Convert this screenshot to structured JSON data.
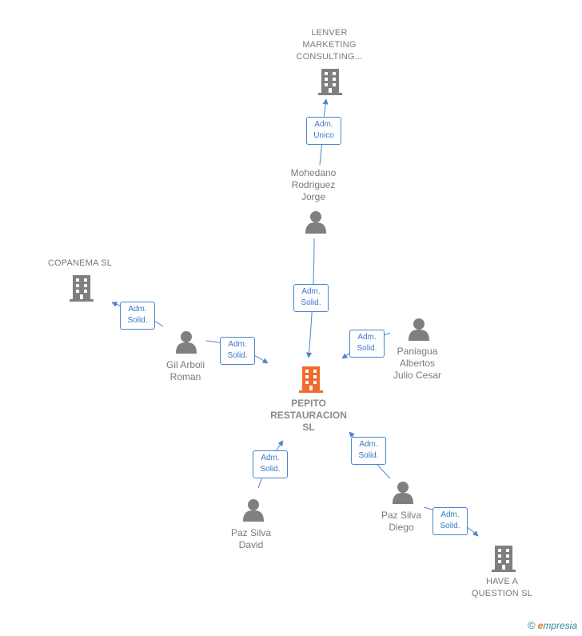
{
  "nodes": {
    "lenver": {
      "l1": "LENVER",
      "l2": "MARKETING",
      "l3": "CONSULTING..."
    },
    "mohedano": {
      "l1": "Mohedano",
      "l2": "Rodriguez",
      "l3": "Jorge"
    },
    "copanema": {
      "l1": "COPANEMA  SL"
    },
    "gil": {
      "l1": "Gil Arboli",
      "l2": "Roman"
    },
    "paniagua": {
      "l1": "Paniagua",
      "l2": "Albertos",
      "l3": "Julio Cesar"
    },
    "pepito": {
      "l1": "PEPITO",
      "l2": "RESTAURACION",
      "l3": "SL"
    },
    "pazdavid": {
      "l1": "Paz Silva",
      "l2": "David"
    },
    "pazdiego": {
      "l1": "Paz Silva",
      "l2": "Diego"
    },
    "have": {
      "l1": "HAVE A",
      "l2": "QUESTION  SL"
    }
  },
  "roles": {
    "r1": {
      "l1": "Adm.",
      "l2": "Unico"
    },
    "r2": {
      "l1": "Adm.",
      "l2": "Solid."
    },
    "r3": {
      "l1": "Adm.",
      "l2": "Solid."
    },
    "r4": {
      "l1": "Adm.",
      "l2": "Solid."
    },
    "r5": {
      "l1": "Adm.",
      "l2": "Solid."
    },
    "r6": {
      "l1": "Adm.",
      "l2": "Solid."
    },
    "r7": {
      "l1": "Adm.",
      "l2": "Solid."
    },
    "r8": {
      "l1": "Adm.",
      "l2": "Solid."
    }
  },
  "colors": {
    "edge": "#4a86d0",
    "person": "#7f7f7f",
    "company": "#7f7f7f",
    "center": "#f26a2e"
  },
  "footer": {
    "copyright": "©",
    "brand_e": "e",
    "brand_rest": "mpresia"
  }
}
